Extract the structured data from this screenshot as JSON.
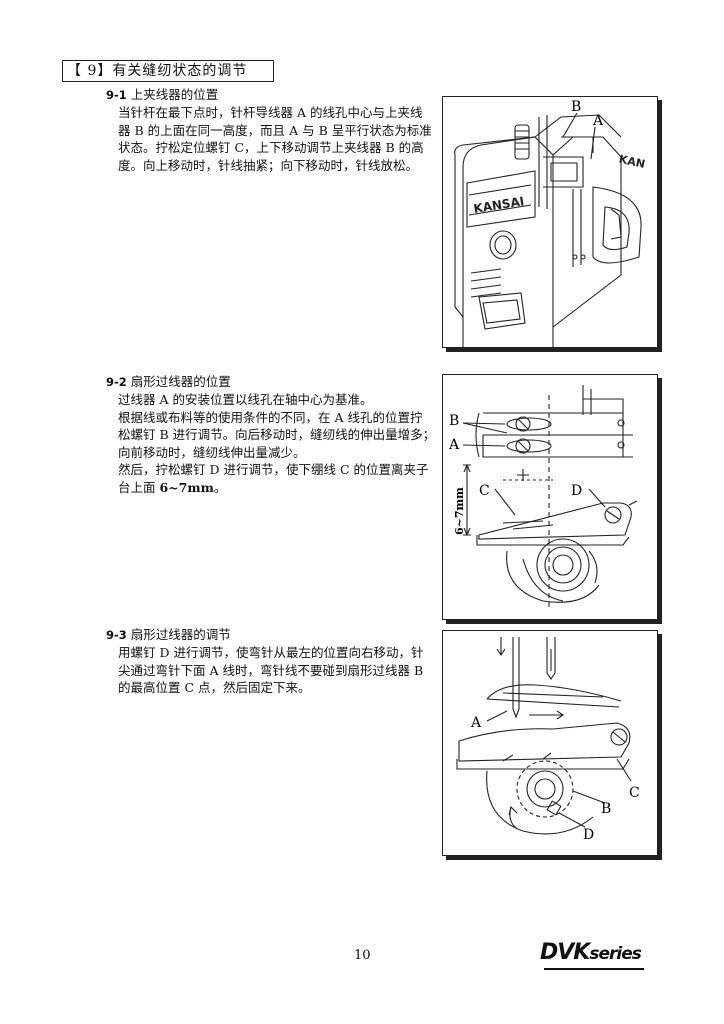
{
  "page": {
    "title": "【 9】有关缝纫状态的调节",
    "page_number": "10",
    "series_logo_main": "DVK",
    "series_logo_suffix": "series"
  },
  "sections": [
    {
      "number": "9-1",
      "heading": "上夹线器的位置",
      "lines": [
        "当针杆在最下点时，针杆导线器 A 的线孔中心与上夹线",
        "器 B 的上面在同一高度，而且 A 与 B 呈平行状态为标准",
        "状态。拧松定位螺钉 C，上下移动调节上夹线器 B 的高",
        "度。向上移动时，针线抽紧；向下移动时，针线放松。"
      ],
      "figure_labels": {
        "a": "A",
        "b": "B"
      }
    },
    {
      "number": "9-2",
      "heading": "扇形过线器的位置",
      "lines": [
        "过线器 A 的安装位置以线孔在轴中心为基准。",
        "根据线或布料等的使用条件的不同，在 A 线孔的位置拧",
        "松螺钉 B 进行调节。向后移动时，缝纫线的伸出量增多；",
        "向前移动时，缝纫线伸出量减少。",
        "然后，拧松螺钉 D 进行调节，使下绷线 C 的位置离夹子"
      ],
      "last_line_prefix": "台上面 ",
      "last_line_bold": "6~7mm",
      "last_line_suffix": "。",
      "figure_labels": {
        "a": "A",
        "b": "B",
        "c": "C",
        "d": "D",
        "dim": "6~7mm"
      }
    },
    {
      "number": "9-3",
      "heading": "扇形过线器的调节",
      "lines": [
        "用螺钉 D 进行调节，使弯针从最左的位置向右移动，针",
        "尖通过弯针下面 A 线时，弯针线不要碰到扇形过线器 B",
        "的最高位置 C 点，然后固定下来。"
      ],
      "figure_labels": {
        "a": "A",
        "b": "B",
        "c": "C",
        "d": "D"
      }
    }
  ]
}
